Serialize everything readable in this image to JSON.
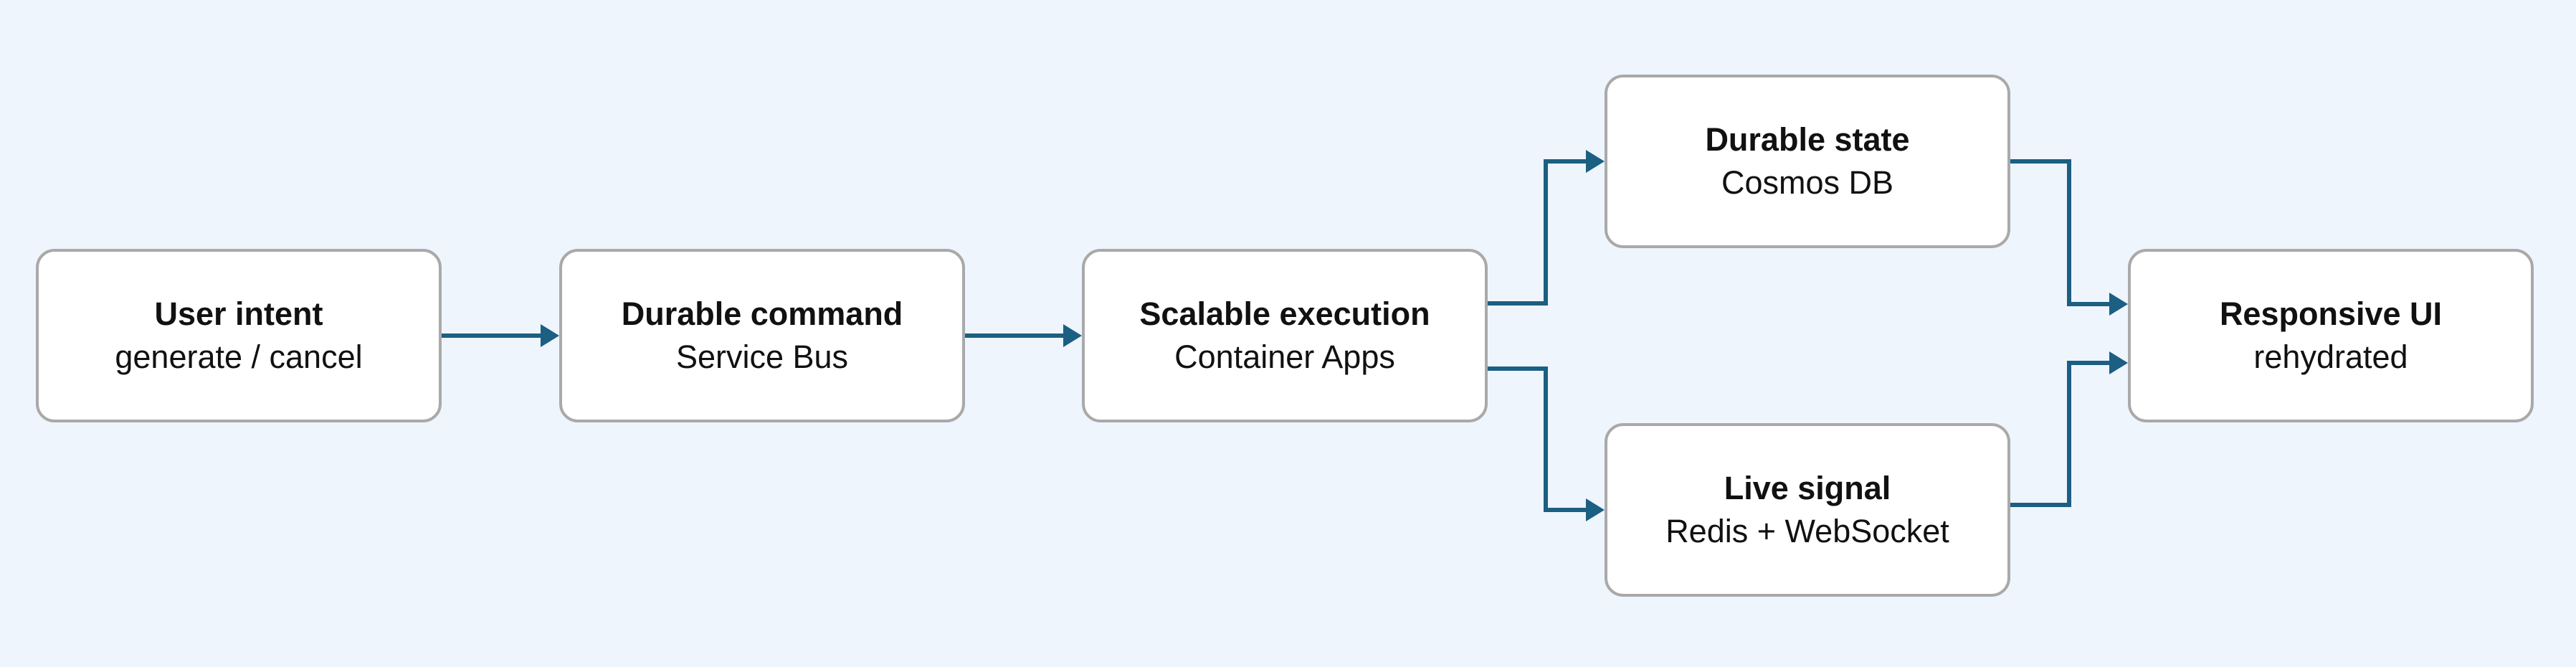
{
  "diagram": {
    "colors": {
      "background": "#eff5fd",
      "node_fill": "#ffffff",
      "node_border": "#a9a9a9",
      "connector": "#1b5f82"
    },
    "nodes": {
      "user_intent": {
        "title": "User intent",
        "subtitle": "generate / cancel"
      },
      "durable_command": {
        "title": "Durable command",
        "subtitle": "Service Bus"
      },
      "scalable_execution": {
        "title": "Scalable execution",
        "subtitle": "Container Apps"
      },
      "durable_state": {
        "title": "Durable state",
        "subtitle": "Cosmos DB"
      },
      "live_signal": {
        "title": "Live signal",
        "subtitle": "Redis + WebSocket"
      },
      "responsive_ui": {
        "title": "Responsive UI",
        "subtitle": "rehydrated"
      }
    },
    "edges": [
      {
        "from": "user_intent",
        "to": "durable_command"
      },
      {
        "from": "durable_command",
        "to": "scalable_execution"
      },
      {
        "from": "scalable_execution",
        "to": "durable_state"
      },
      {
        "from": "scalable_execution",
        "to": "live_signal"
      },
      {
        "from": "durable_state",
        "to": "responsive_ui"
      },
      {
        "from": "live_signal",
        "to": "responsive_ui"
      }
    ]
  }
}
